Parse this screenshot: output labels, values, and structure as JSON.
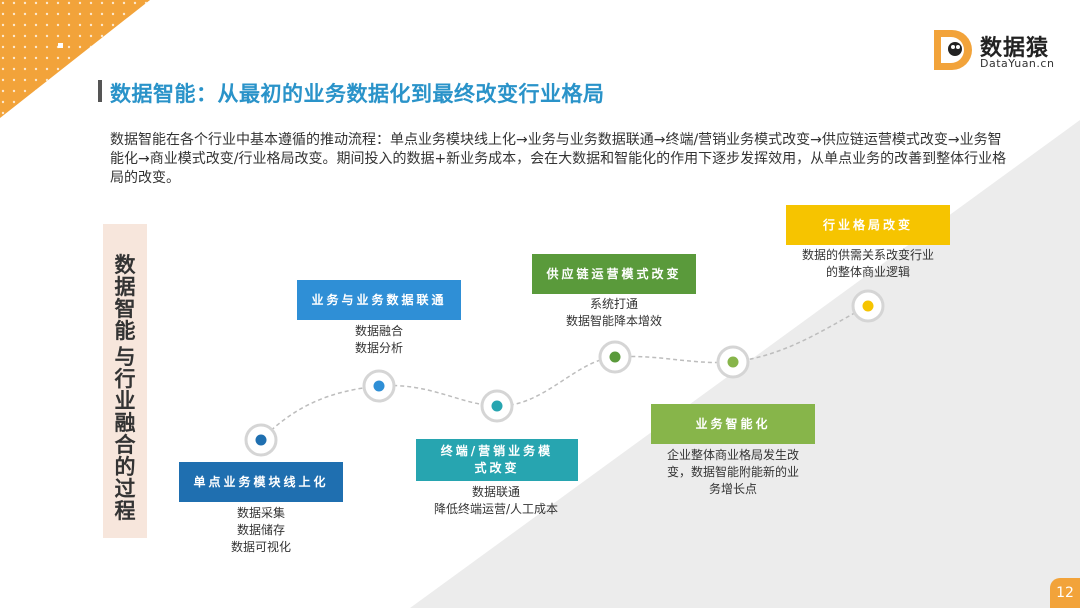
{
  "brand": {
    "name": "数据猿",
    "domain": "DataYuan.cn",
    "letter": "D"
  },
  "title": "数据智能：从最初的业务数据化到最终改变行业格局",
  "intro": "数据智能在各个行业中基本遵循的推动流程：单点业务模块线上化→业务与业务数据联通→终端/营销业务模式改变→供应链运营模式改变→业务智能化→商业模式改变/行业格局改变。期间投入的数据+新业务成本，会在大数据和智能化的作用下逐步发挥效用，从单点业务的改善到整体行业格局的改变。",
  "side_label": {
    "line1": "数据智能",
    "line2": "与行业融合的过程"
  },
  "steps": [
    {
      "label": "单点业务模块线上化",
      "desc": [
        "数据采集",
        "数据储存",
        "数据可视化"
      ]
    },
    {
      "label": "业务与业务数据联通",
      "desc": [
        "数据融合",
        "数据分析"
      ]
    },
    {
      "label": "终端/营销业务模式改变",
      "desc": [
        "数据联通",
        "降低终端运营/人工成本"
      ]
    },
    {
      "label": "供应链运营模式改变",
      "desc": [
        "系统打通",
        "数据智能降本增效"
      ]
    },
    {
      "label": "业务智能化",
      "desc": [
        "企业整体商业格局发生改",
        "变，数据智能附能新的业",
        "务增长点"
      ]
    },
    {
      "label": "行业格局改变",
      "desc": [
        "数据的供需关系改变行业",
        "的整体商业逻辑"
      ]
    }
  ],
  "colors": {
    "title": "#2a93c9",
    "orange": "#f2a33a",
    "step1": "#1f6fb0",
    "step2": "#2f8fd6",
    "step3": "#27a5b0",
    "step4": "#5a9a3b",
    "step5": "#87b54a",
    "step6": "#f6c400"
  },
  "page_number": "12"
}
